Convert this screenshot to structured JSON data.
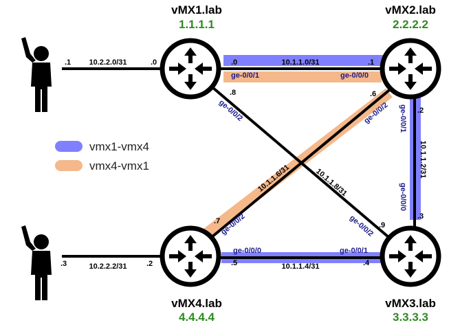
{
  "routers": {
    "vmx1": {
      "name": "vMX1.lab",
      "id": "1.1.1.1"
    },
    "vmx2": {
      "name": "vMX2.lab",
      "id": "2.2.2.2"
    },
    "vmx3": {
      "name": "vMX3.lab",
      "id": "3.3.3.3"
    },
    "vmx4": {
      "name": "vMX4.lab",
      "id": "4.4.4.4"
    }
  },
  "hosts": {
    "top": {
      "subnet": "10.2.2.0/31",
      "host_ip": ".1",
      "router_ip": ".0"
    },
    "bottom": {
      "subnet": "10.2.2.2/31",
      "host_ip": ".3",
      "router_ip": ".2"
    }
  },
  "links": {
    "r1_r2": {
      "subnet": "10.1.1.0/31",
      "a_ip": ".0",
      "b_ip": ".1",
      "a_if": "ge-0/0/1",
      "b_if": "ge-0/0/0"
    },
    "r2_r3": {
      "subnet": "10.1.1.2/31",
      "a_ip": ".2",
      "b_ip": ".3",
      "a_if": "ge-0/0/1",
      "b_if": "ge-0/0/0"
    },
    "r4_r3": {
      "subnet": "10.1.1.4/31",
      "a_ip": ".5",
      "b_ip": ".4",
      "a_if": "ge-0/0/0",
      "b_if": "ge-0/0/1"
    },
    "r4_r2": {
      "subnet": "10.1.1.6/31",
      "a_ip": ".7",
      "b_ip": ".6",
      "a_if": "ge-0/0/2",
      "b_if": "ge-0/0/2"
    },
    "r1_r3": {
      "subnet": "10.1.1.8/31",
      "a_ip": ".8",
      "b_ip": ".9",
      "a_if": "ge-0/0/2",
      "b_if": "ge-0/0/2"
    }
  },
  "legend": [
    {
      "label": "vmx1-vmx4",
      "color": "#8080ff"
    },
    {
      "label": "vmx4-vmx1",
      "color": "#f5b88a"
    }
  ],
  "colors": {
    "path1": "#8080ff",
    "path2": "#f5b88a",
    "router_id": "#2e8b20",
    "ifname": "#1a1a8c"
  },
  "icons": {
    "router": "router-arrows-icon",
    "host": "person-raised-hand-icon"
  }
}
